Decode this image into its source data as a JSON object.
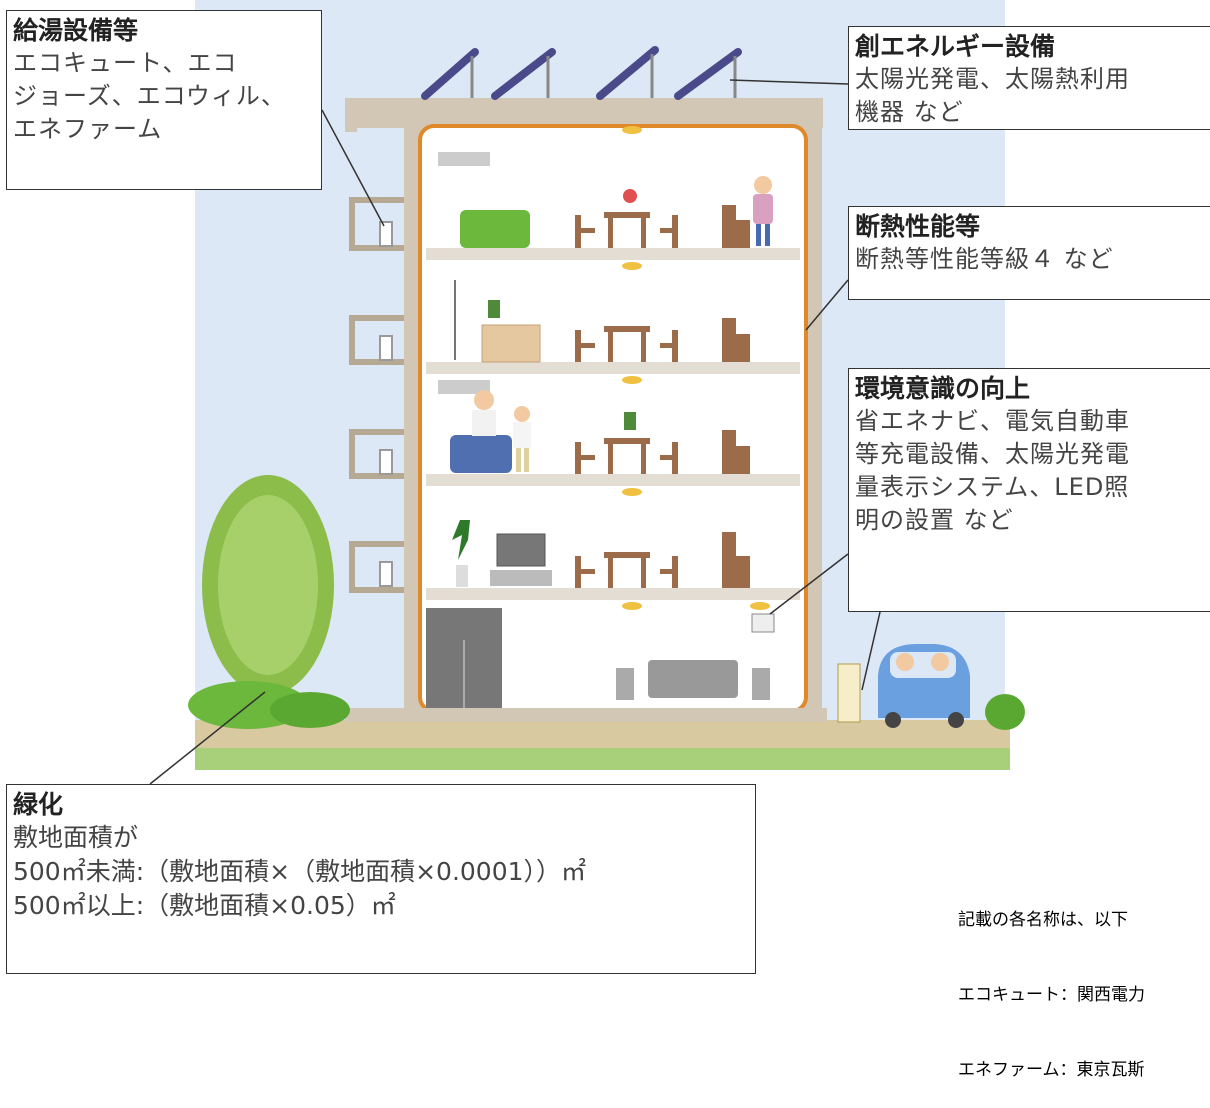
{
  "callouts": {
    "water_heating": {
      "title": "給湯設備等",
      "body": "エコキュート、エコ\nジョーズ、エコウィル、\nエネファーム"
    },
    "energy_creation": {
      "title": "創エネルギー設備",
      "body": "太陽光発電、太陽熱利用\n機器 など"
    },
    "insulation": {
      "title": "断熱性能等",
      "body": "断熱等性能等級４ など"
    },
    "environment": {
      "title": "環境意識の向上",
      "body": "省エネナビ、電気自動車\n等充電設備、太陽光発電\n量表示システム、LED照\n明の設置 など"
    },
    "greening": {
      "title": "緑化",
      "lines": [
        "敷地面積が",
        "500㎡未満:（敷地面積×（敷地面積×0.0001））㎡",
        "500㎡以上:（敷地面積×0.05）㎡"
      ]
    }
  },
  "footnote": {
    "lines": [
      "記載の各名称は、以下",
      "エコキュート：関西電力",
      "エネファーム：東京瓦斯"
    ]
  },
  "colors": {
    "sky": "#dce8f5",
    "ground": "#d8c9a0",
    "lawn": "#a8cf7a",
    "frame": "#e0892a",
    "wall": "#d2c6b4",
    "floor": "#e3ddd3",
    "furniture": "#9b6b4a",
    "panel": "#4a4a8a",
    "car": "#6a9fe0",
    "tree": "#8cbc4a"
  }
}
